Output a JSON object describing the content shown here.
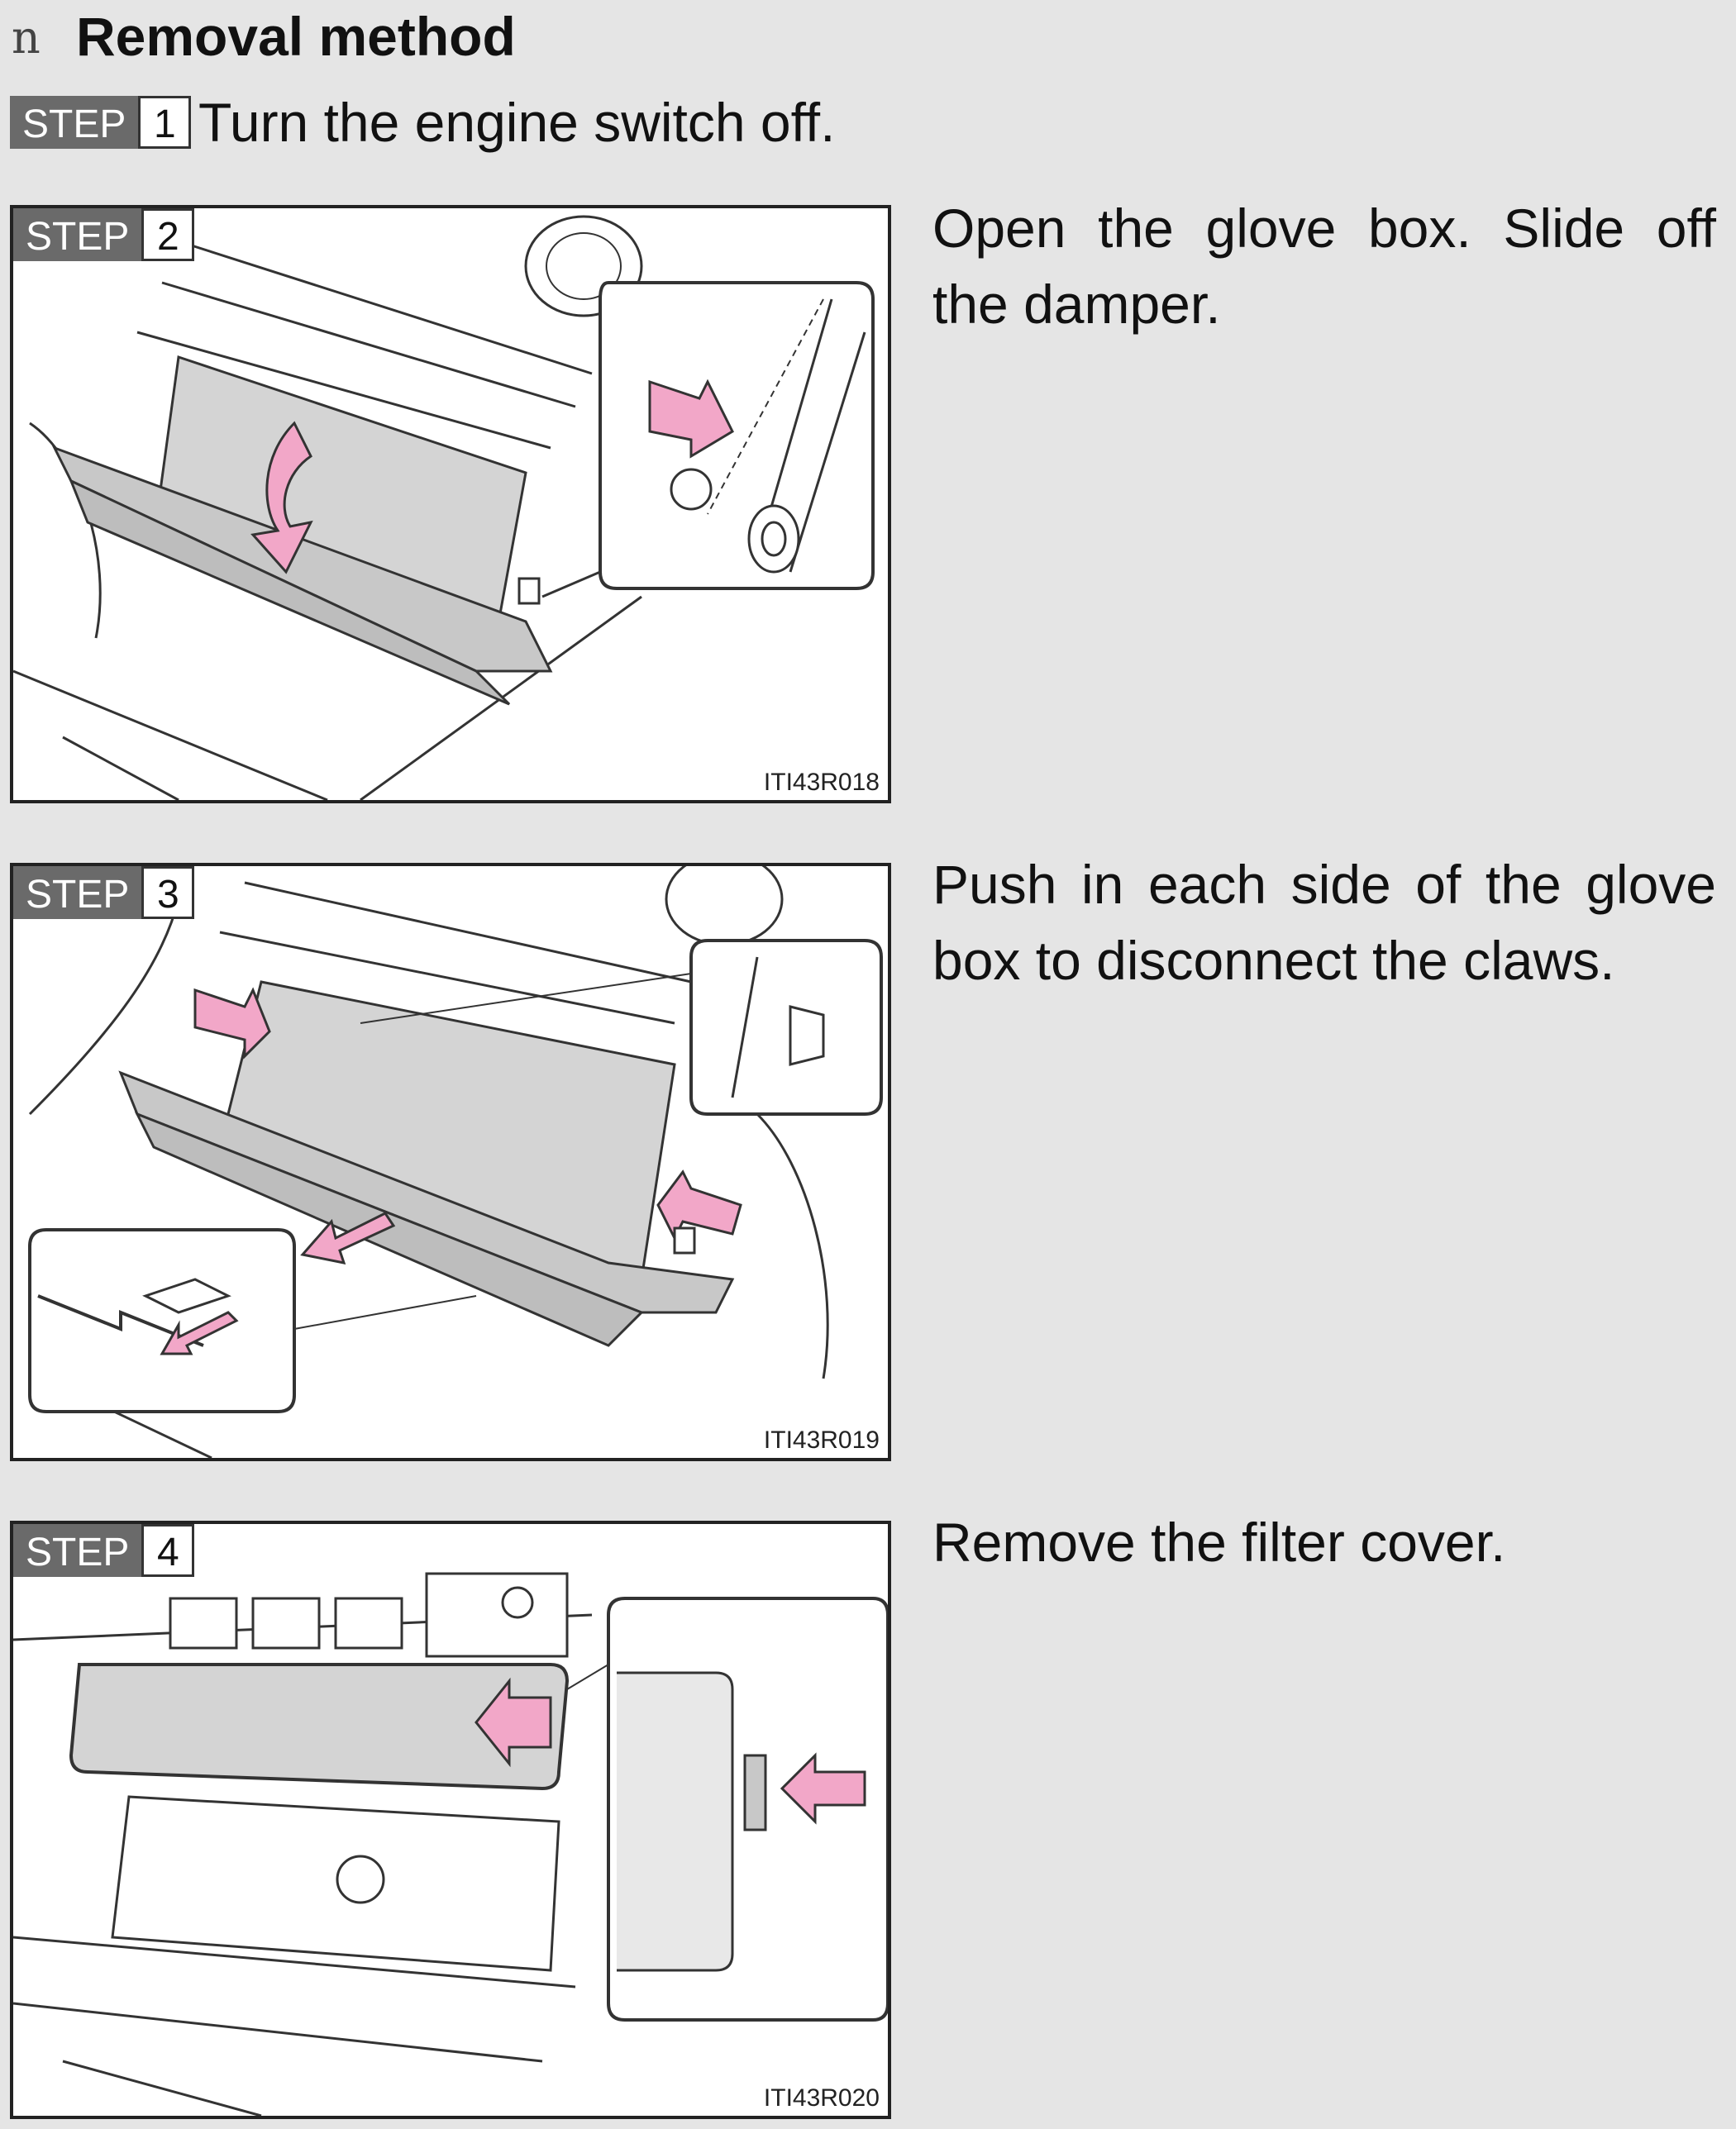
{
  "section": {
    "bullet": "n",
    "title": "Removal method"
  },
  "colors": {
    "step_badge": "#6a6a6a",
    "arrow_pink": "#f2a7c8",
    "part_gray": "#d4d4d4"
  },
  "steps": [
    {
      "label": "STEP",
      "number": "1",
      "text": "Turn the engine switch off."
    },
    {
      "label": "STEP",
      "number": "2",
      "text": "Open the glove box. Slide off the damper.",
      "figure_code": "ITI43R018"
    },
    {
      "label": "STEP",
      "number": "3",
      "text": "Push in each side of the glove box to disconnect the claws.",
      "figure_code": "ITI43R019"
    },
    {
      "label": "STEP",
      "number": "4",
      "text": "Remove the filter cover.",
      "figure_code": "ITI43R020"
    }
  ]
}
